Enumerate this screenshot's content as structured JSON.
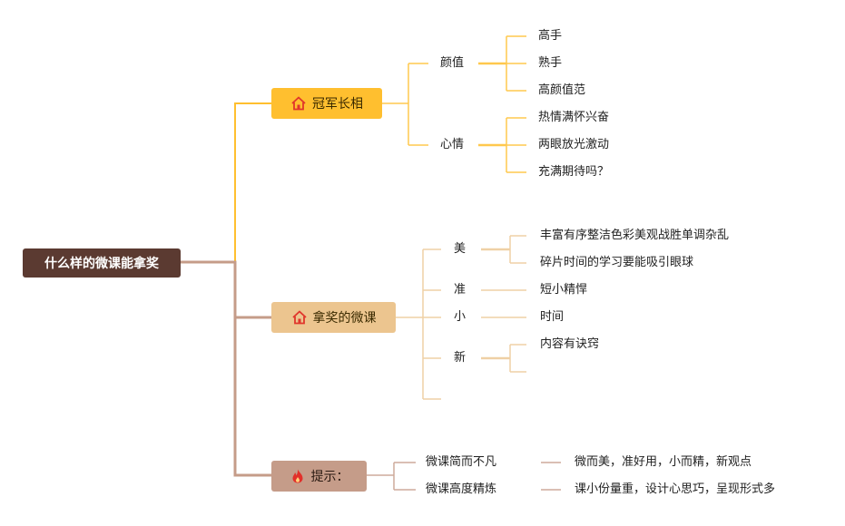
{
  "root": "什么样的微课能拿奖",
  "branches": [
    {
      "label": "冠军长相",
      "icon": "house-icon",
      "color": "#ffbf2f",
      "children": [
        {
          "label": "颜值",
          "leaves": [
            "高手",
            "熟手",
            "高颜值范"
          ]
        },
        {
          "label": "心情",
          "leaves": [
            "热情满怀兴奋",
            "两眼放光激动",
            "充满期待吗？"
          ]
        }
      ]
    },
    {
      "label": "拿奖的微课",
      "icon": "house-icon",
      "color": "#ecc58f",
      "children": [
        {
          "label": "美",
          "leaves": [
            "丰富有序整洁色彩美观战胜单调杂乱",
            "碎片时间的学习要能吸引眼球"
          ]
        },
        {
          "label": "准",
          "leaves": [
            "短小精悍"
          ]
        },
        {
          "label": "小",
          "leaves": [
            "时间"
          ]
        },
        {
          "label": "新",
          "leaves": [
            "内容有诀窍",
            ""
          ]
        },
        {
          "label": "",
          "leaves": []
        }
      ]
    },
    {
      "label": "提示：",
      "icon": "flame-icon",
      "color": "#c59c89",
      "children": [
        {
          "label": "微课简而不凡",
          "leaves": [
            "微而美，准好用，小而精，新观点"
          ]
        },
        {
          "label": "微课高度精炼",
          "leaves": [
            "课小份量重，设计心思巧，呈现形式多"
          ]
        }
      ]
    }
  ]
}
